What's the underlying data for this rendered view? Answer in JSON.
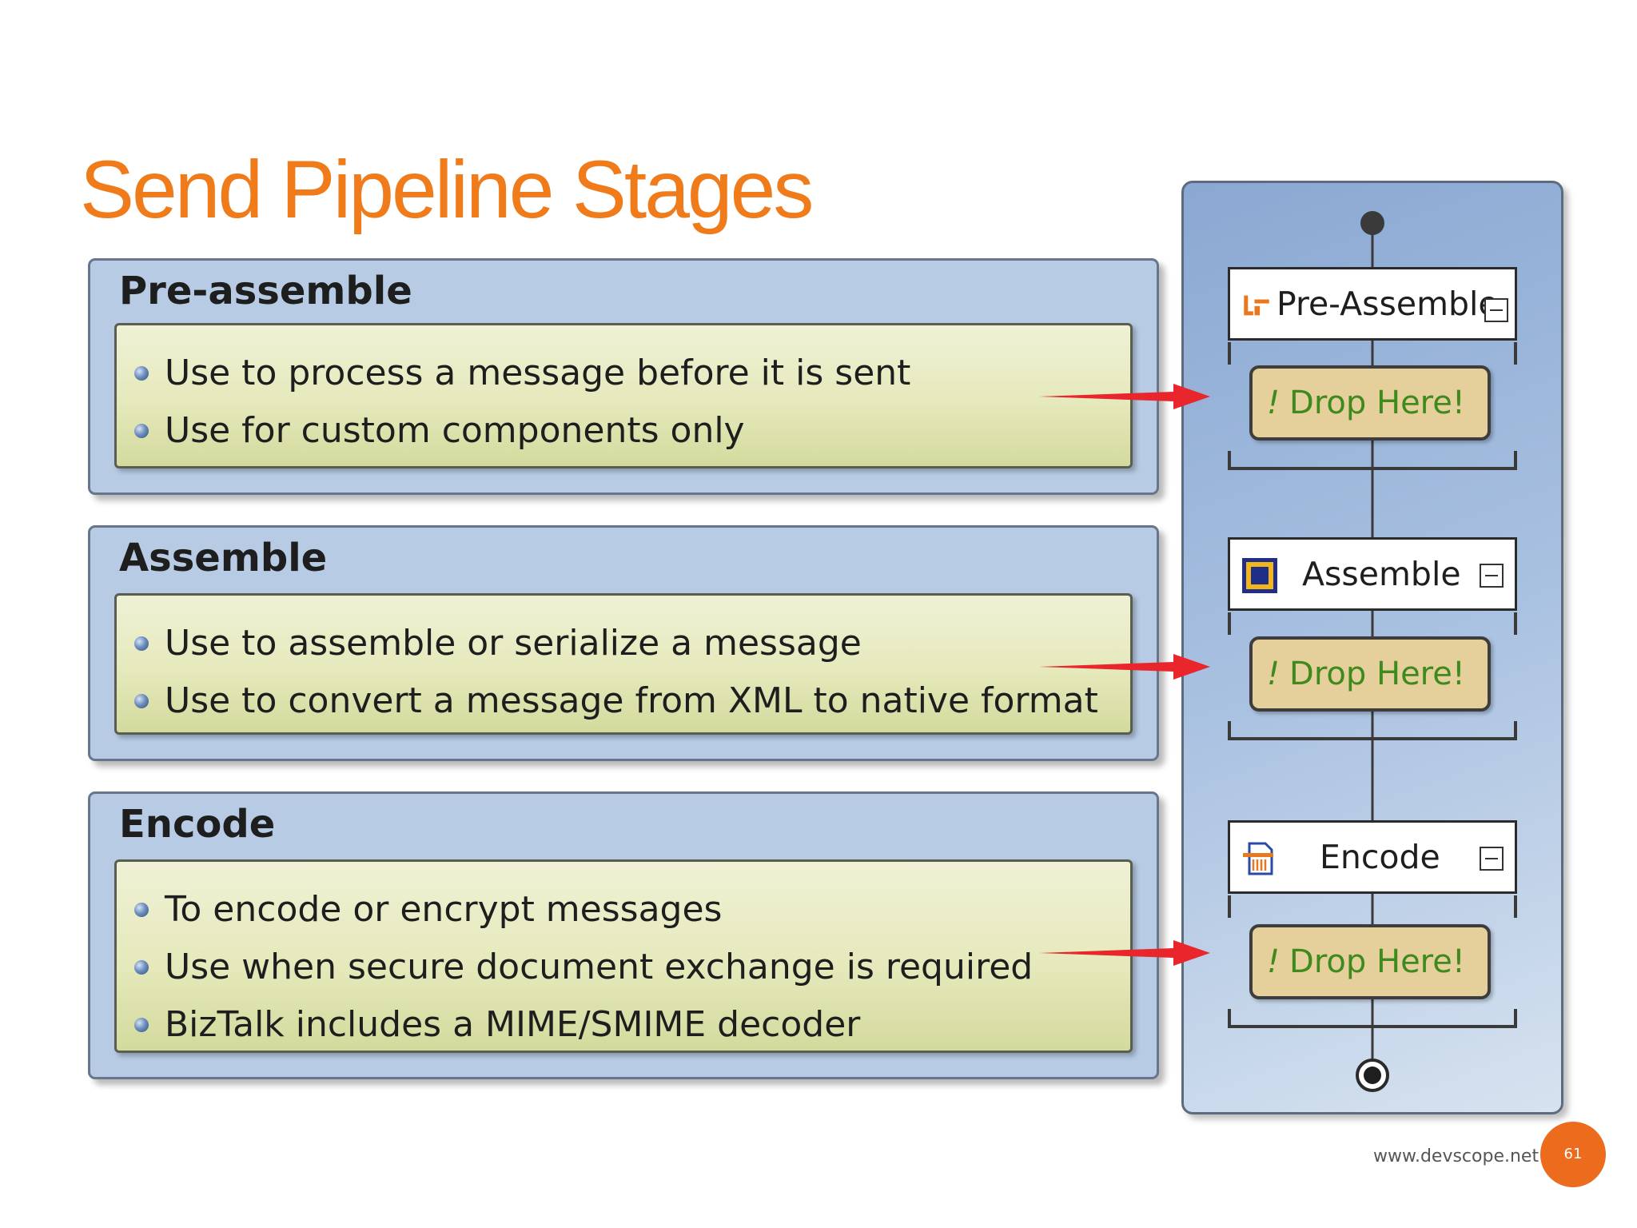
{
  "title": "Send Pipeline Stages",
  "stages": [
    {
      "heading": "Pre-assemble",
      "bullets": [
        "Use to process a message before it is sent",
        "Use for custom components only"
      ]
    },
    {
      "heading": "Assemble",
      "bullets": [
        "Use to assemble or serialize a message",
        "Use to convert a message from XML to native format"
      ]
    },
    {
      "heading": "Encode",
      "bullets": [
        "To encode or encrypt messages",
        "Use when secure document exchange is required",
        "BizTalk includes a MIME/SMIME decoder"
      ]
    }
  ],
  "pipeline": {
    "stages": [
      {
        "label": "Pre-Assemble",
        "icon": "pre-assemble-icon",
        "drop": "Drop Here!"
      },
      {
        "label": "Assemble",
        "icon": "assemble-icon",
        "drop": "Drop Here!"
      },
      {
        "label": "Encode",
        "icon": "encode-icon",
        "drop": "Drop Here!"
      }
    ],
    "drop_mark": "!"
  },
  "colors": {
    "title": "#ef7b1a",
    "arrow": "#e8262b",
    "drop_text": "#3f8a1e",
    "badge": "#ec6b1c"
  },
  "footer": {
    "url": "www.devscope.net",
    "page": "61"
  }
}
